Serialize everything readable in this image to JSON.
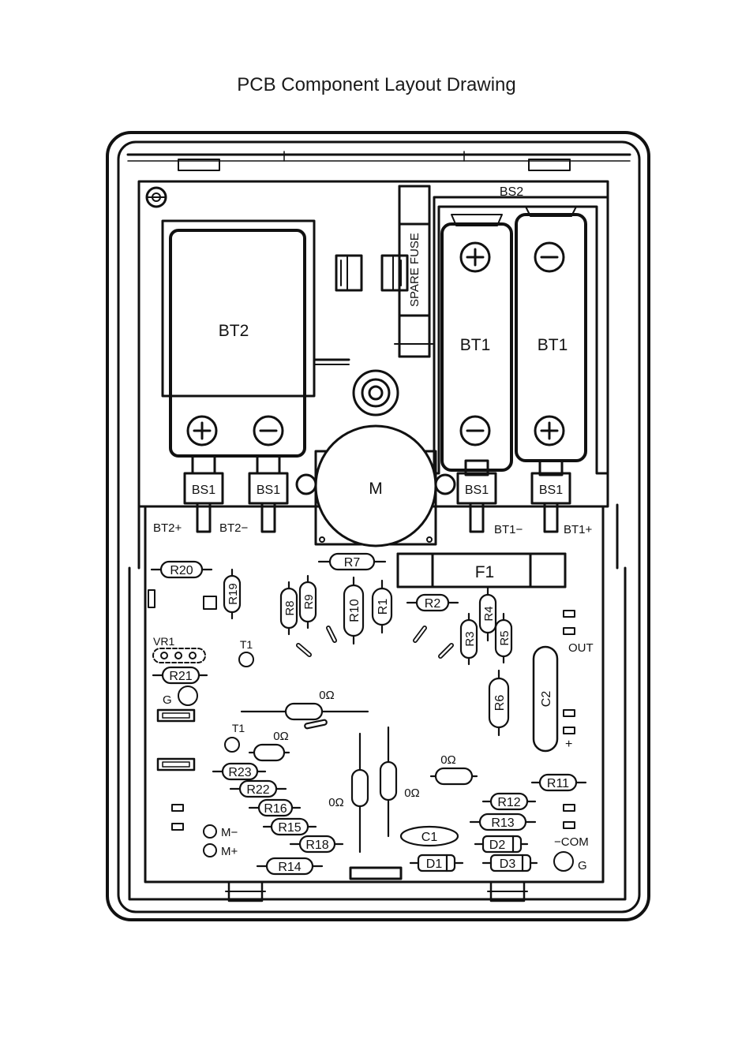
{
  "title": "PCB Component Layout Drawing",
  "labels": {
    "bt2": "BT2",
    "bt1_left": "BT1",
    "bt1_right": "BT1",
    "bs2": "BS2",
    "spare_fuse": "SPARE FUSE",
    "bs1_a": "BS1",
    "bs1_b": "BS1",
    "bs1_c": "BS1",
    "bs1_d": "BS1",
    "bt2_plus": "BT2+",
    "bt2_minus": "BT2−",
    "bt1_minus": "BT1−",
    "bt1_plus": "BT1+",
    "meter": "M",
    "f1": "F1",
    "r20": "R20",
    "r7": "R7",
    "r19": "R19",
    "r8": "R8",
    "r9": "R9",
    "r10": "R10",
    "r1": "R1",
    "r2": "R2",
    "r4": "R4",
    "r3": "R3",
    "r5": "R5",
    "out": "OUT",
    "vr1": "VR1",
    "t1_top": "T1",
    "r21": "R21",
    "g_left": "G",
    "r6": "R6",
    "c2": "C2",
    "plus": "+",
    "ohm_1": "0Ω",
    "t1_bottom": "T1",
    "ohm_2": "0Ω",
    "ohm_3": "0Ω",
    "r23": "R23",
    "r22": "R22",
    "r11": "R11",
    "ohm_4": "0Ω",
    "ohm_5": "0Ω",
    "r16": "R16",
    "r12": "R12",
    "r15": "R15",
    "m_minus": "M−",
    "r13": "R13",
    "c1": "C1",
    "com": "−COM",
    "r18": "R18",
    "m_plus": "M+",
    "d2": "D2",
    "r14": "R14",
    "d1": "D1",
    "d3": "D3",
    "g_right": "G"
  }
}
